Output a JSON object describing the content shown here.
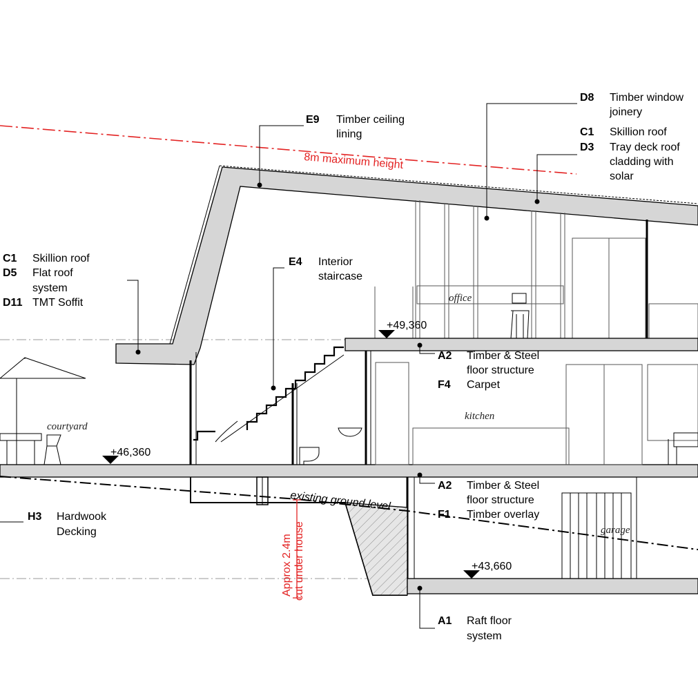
{
  "colors": {
    "red_line": "#e32222",
    "slab": "#d6d6d6",
    "ink": "#000000",
    "hatch": "#b8b8b8"
  },
  "annotations": {
    "max_height": "8m maximum height",
    "ground_level": "existing ground level",
    "cut_line1": "Approx 2.4m",
    "cut_line2": "cut under house"
  },
  "rooms": {
    "office": "office",
    "courtyard": "courtyard",
    "kitchen": "kitchen",
    "garage": "garage"
  },
  "levels": {
    "upper": "+49,360",
    "ground": "+46,360",
    "garage": "+43,660"
  },
  "callouts": {
    "e9": {
      "code": "E9",
      "line1": "Timber ceiling",
      "line2": "lining"
    },
    "d8": {
      "code": "D8",
      "line1": "Timber window",
      "line2": "joinery"
    },
    "roof_right": {
      "c1": {
        "code": "C1",
        "text": "Skillion roof"
      },
      "d3": {
        "code": "D3",
        "line1": "Tray deck roof",
        "line2": "cladding with",
        "line3": "solar"
      }
    },
    "roof_left": {
      "c1": {
        "code": "C1",
        "text": "Skillion roof"
      },
      "d5": {
        "code": "D5",
        "line1": "Flat roof",
        "line2": "system"
      },
      "d11": {
        "code": "D11",
        "text": "TMT Soffit"
      }
    },
    "e4": {
      "code": "E4",
      "line1": "Interior",
      "line2": "staircase"
    },
    "upper_floor": {
      "a2": {
        "code": "A2",
        "line1": "Timber & Steel",
        "line2": "floor structure"
      },
      "f4": {
        "code": "F4",
        "text": "Carpet"
      }
    },
    "ground_floor": {
      "a2": {
        "code": "A2",
        "line1": "Timber & Steel",
        "line2": "floor structure"
      },
      "f1": {
        "code": "F1",
        "text": "Timber overlay"
      }
    },
    "h3": {
      "code": "H3",
      "line1": "Hardwook",
      "line2": "Decking"
    },
    "a1": {
      "code": "A1",
      "line1": "Raft floor",
      "line2": "system"
    }
  }
}
